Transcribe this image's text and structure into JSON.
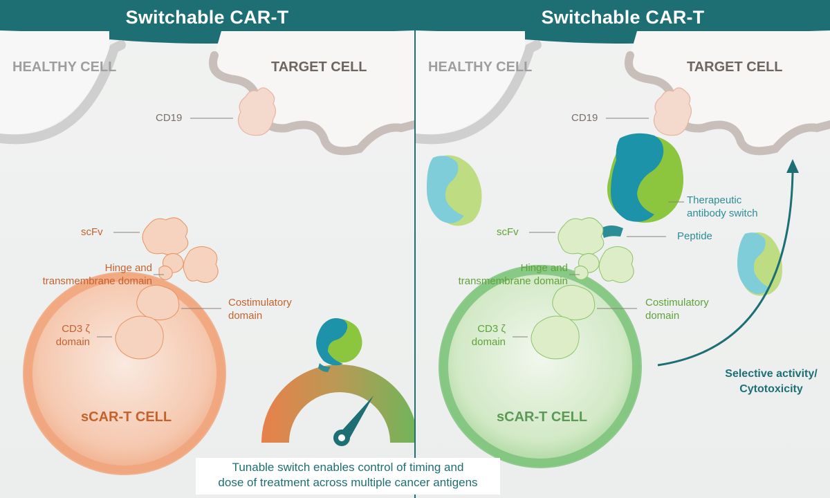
{
  "left": {
    "title": "Switchable CAR-T",
    "healthy_cell": "HEALTHY CELL",
    "target_cell": "TARGET CELL",
    "cd19": "CD19",
    "scfv": "scFv",
    "hinge_line1": "Hinge and",
    "hinge_line2": "transmembrane domain",
    "costim_line1": "Costimulatory",
    "costim_line2": "domain",
    "cd3_line1": "CD3 ζ",
    "cd3_line2": "domain",
    "cell_name": "sCAR-T CELL"
  },
  "right": {
    "title": "Switchable CAR-T",
    "healthy_cell": "HEALTHY CELL",
    "target_cell": "TARGET CELL",
    "cd19": "CD19",
    "scfv": "scFv",
    "hinge_line1": "Hinge and",
    "hinge_line2": "transmembrane domain",
    "costim_line1": "Costimulatory",
    "costim_line2": "domain",
    "cd3_line1": "CD3 ζ",
    "cd3_line2": "domain",
    "cell_name": "sCAR-T CELL",
    "switch_line1": "Therapeutic",
    "switch_line2": "antibody switch",
    "peptide": "Peptide",
    "effect_line1": "Selective activity/",
    "effect_line2": "Cytotoxicity"
  },
  "caption": {
    "line1": "Tunable switch enables control of timing and",
    "line2": "dose of treatment across multiple cancer antigens"
  },
  "colors": {
    "banner": "#1d6f74",
    "orange": "#e8804a",
    "green": "#6fb55a",
    "teal_protein": "#1c93a8",
    "lime_protein": "#8cc63f"
  }
}
